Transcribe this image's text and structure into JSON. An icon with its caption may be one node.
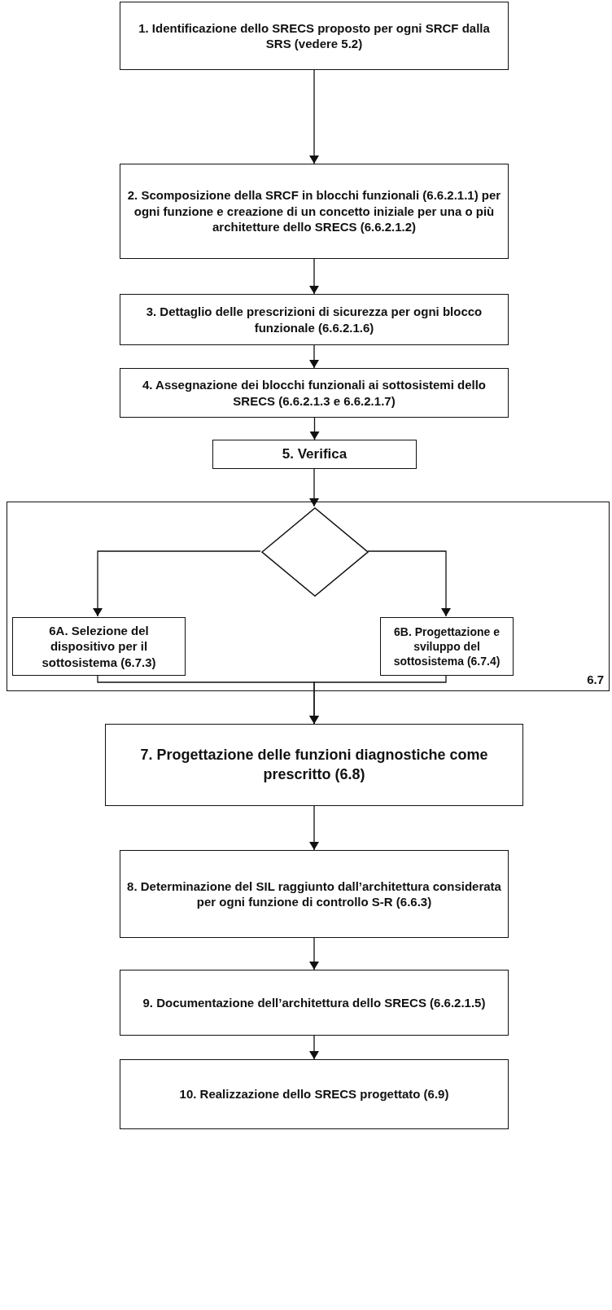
{
  "diagram": {
    "nodes": [
      {
        "text": [
          "1. Identificazione dello SRECS proposto per ogni SRCF dalla SRS (vedere 5.2)"
        ]
      },
      {
        "text": [
          "2. Scomposizione della SRCF in blocchi funzionali (6.6.2.1.1) per ogni funzione e creazione di un concetto iniziale per una o più architetture dello SRECS (6.6.2.1.2)"
        ]
      },
      {
        "text": [
          "3. Dettaglio delle prescrizioni di sicurezza per ogni blocco funzionale (6.6.2.1.6)"
        ]
      },
      {
        "text": [
          "4. Assegnazione dei blocchi funzionali ai sottosistemi dello SRECS (6.6.2.1.3 e 6.6.2.1.7)"
        ]
      },
      {
        "text": [
          "5. Verifica"
        ]
      },
      {
        "text": [
          "6.7"
        ]
      },
      {
        "text": [],
        "shape": "diamond",
        "in": 5
      },
      {
        "text": [
          "6A. Selezione del dispositivo per il sottosistema (6.7.3)"
        ],
        "in": 5
      },
      {
        "text": [
          "6B. Progettazione e sviluppo del sottosistema (6.7.4)"
        ],
        "in": 5
      },
      {
        "text": [
          "7. Progettazione delle funzioni diagnostiche come prescritto (6.8)"
        ]
      },
      {
        "text": [
          "8. Determinazione del SIL raggiunto dall’architettura considerata per ogni funzione di controllo S-R (6.6.3)"
        ]
      },
      {
        "text": [
          "9. Documentazione dell’architettura dello SRECS (6.6.2.1.5)"
        ]
      },
      {
        "text": [
          "10. Realizzazione dello SRECS progettato (6.9)"
        ]
      }
    ],
    "edges": [
      {
        "from": 0,
        "to": 1,
        "arrow": "to"
      },
      {
        "from": 1,
        "to": 2,
        "arrow": "to"
      },
      {
        "from": 2,
        "to": 3,
        "arrow": "to"
      },
      {
        "from": 3,
        "to": 4,
        "arrow": "to"
      },
      {
        "from": 4,
        "to": 6,
        "arrow": "to"
      },
      {
        "from": 6,
        "to": 7,
        "arrow": "to"
      },
      {
        "from": 6,
        "to": 8,
        "arrow": "to"
      },
      {
        "from": 7,
        "to": 9,
        "arrow": "to"
      },
      {
        "from": 8,
        "to": 9,
        "arrow": "to"
      },
      {
        "from": 9,
        "to": 10,
        "arrow": "to"
      },
      {
        "from": 10,
        "to": 11,
        "arrow": "to"
      },
      {
        "from": 11,
        "to": 12,
        "arrow": "to"
      }
    ]
  }
}
